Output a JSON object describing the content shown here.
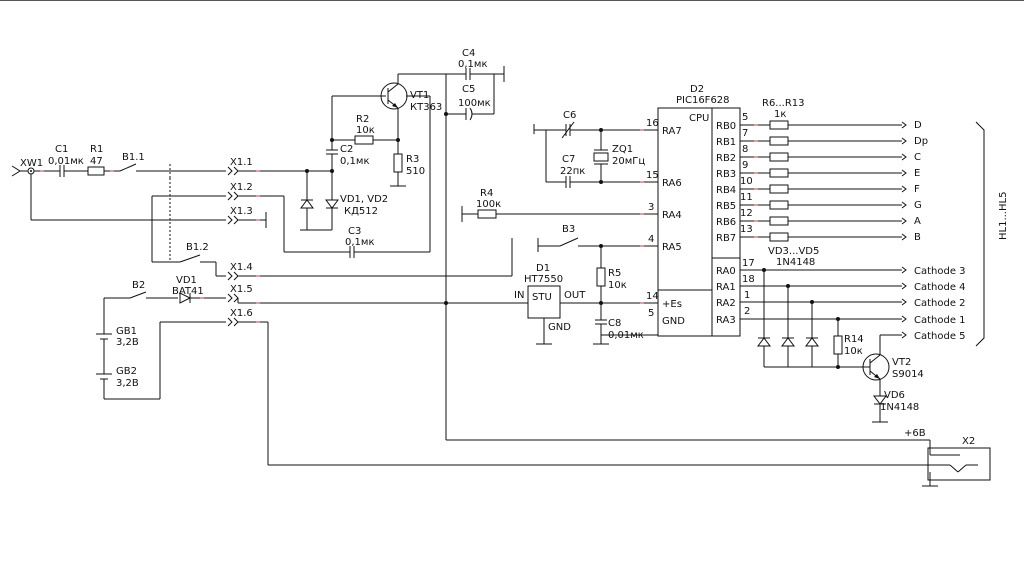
{
  "xw1": {
    "label": "XW1"
  },
  "c1": {
    "ref": "C1",
    "value": "0,01мк"
  },
  "r1": {
    "ref": "R1",
    "value": "47"
  },
  "b11": {
    "ref": "B1.1"
  },
  "b12": {
    "ref": "B1.2"
  },
  "b2": {
    "ref": "B2"
  },
  "b3": {
    "ref": "B3"
  },
  "x1": {
    "pins": [
      "X1.1",
      "X1.2",
      "X1.3",
      "X1.4",
      "X1.5",
      "X1.6"
    ]
  },
  "c2": {
    "ref": "C2",
    "value": "0,1мк"
  },
  "c3": {
    "ref": "C3",
    "value": "0,1мк"
  },
  "c4": {
    "ref": "C4",
    "value": "0,1мк"
  },
  "c5": {
    "ref": "C5",
    "value": "100мк"
  },
  "c6": {
    "ref": "C6"
  },
  "c7": {
    "ref": "C7",
    "value": "22пк"
  },
  "c8": {
    "ref": "C8",
    "value": "0,01мк"
  },
  "r2": {
    "ref": "R2",
    "value": "10к"
  },
  "r3": {
    "ref": "R3",
    "value": "510"
  },
  "r4": {
    "ref": "R4",
    "value": "100к"
  },
  "r5": {
    "ref": "R5",
    "value": "10к"
  },
  "r14": {
    "ref": "R14",
    "value": "10к"
  },
  "r6_13": {
    "ref": "R6...R13",
    "value": "1к"
  },
  "vt1": {
    "ref": "VT1",
    "value": "КТ363"
  },
  "vt2": {
    "ref": "VT2",
    "value": "S9014"
  },
  "vd1": {
    "ref": "VD1, VD2",
    "value": "КД512"
  },
  "vd": {
    "ref": "VD1",
    "value": "BAT41"
  },
  "vd3": {
    "ref": "VD3...VD5",
    "value": "1N4148"
  },
  "vd6": {
    "ref": "VD6",
    "value": "1N4148"
  },
  "zq1": {
    "ref": "ZQ1",
    "value": "20мГц"
  },
  "gb1": {
    "ref": "GB1",
    "value": "3,2В"
  },
  "gb2": {
    "ref": "GB2",
    "value": "3,2В"
  },
  "d1": {
    "ref": "D1",
    "value": "HT7550",
    "box": "STU",
    "in": "IN",
    "out": "OUT",
    "gnd": "GND"
  },
  "d2": {
    "ref": "D2",
    "value": "PIC16F628",
    "cpu": "CPU",
    "left_pins": [
      {
        "num": "16",
        "name": "RA7"
      },
      {
        "num": "15",
        "name": "RA6"
      },
      {
        "num": "3",
        "name": "RA4"
      },
      {
        "num": "4",
        "name": "RA5"
      },
      {
        "num": "14",
        "name": "+Es"
      },
      {
        "num": "5",
        "name": "GND"
      }
    ],
    "right_pins": [
      {
        "num": "5",
        "name": "RB0",
        "net": "D"
      },
      {
        "num": "7",
        "name": "RB1",
        "net": "Dp"
      },
      {
        "num": "8",
        "name": "RB2",
        "net": "C"
      },
      {
        "num": "9",
        "name": "RB3",
        "net": "E"
      },
      {
        "num": "10",
        "name": "RB4",
        "net": "F"
      },
      {
        "num": "11",
        "name": "RB5",
        "net": "G"
      },
      {
        "num": "12",
        "name": "RB6",
        "net": "A"
      },
      {
        "num": "13",
        "name": "RB7",
        "net": "B"
      },
      {
        "num": "17",
        "name": "RA0",
        "net": "Cathode 3"
      },
      {
        "num": "18",
        "name": "RA1",
        "net": "Cathode 4"
      },
      {
        "num": "1",
        "name": "RA2",
        "net": "Cathode 2"
      },
      {
        "num": "2",
        "name": "RA3",
        "net": "Cathode 1"
      },
      {
        "num": "",
        "name": "",
        "net": "Cathode 5"
      }
    ]
  },
  "hl": {
    "label": "HL1...HL5"
  },
  "x2": {
    "ref": "X2",
    "supply": "+6В"
  }
}
